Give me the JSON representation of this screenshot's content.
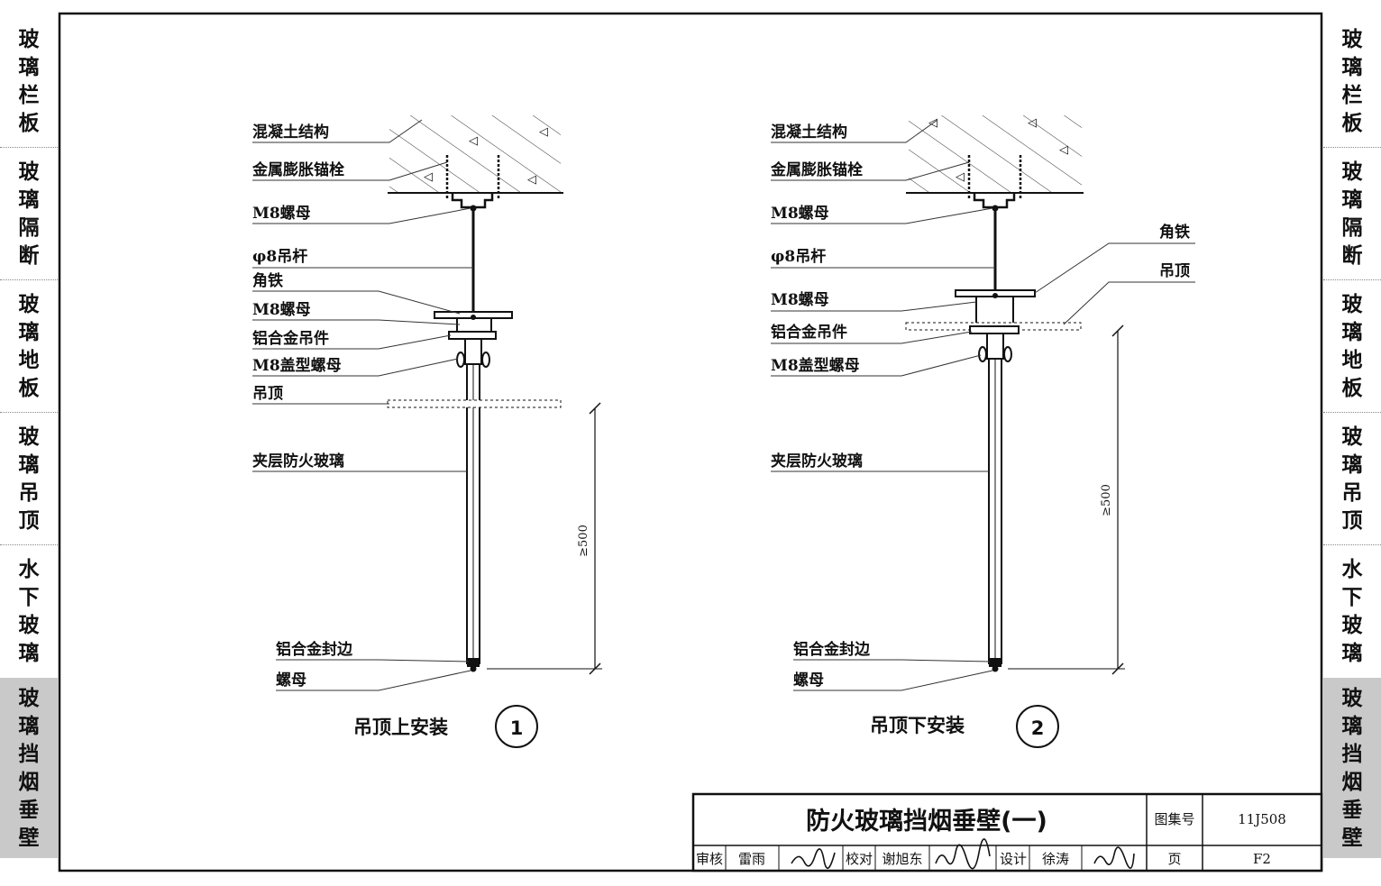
{
  "side_tabs": [
    {
      "label": "玻璃栏板",
      "active": false
    },
    {
      "label": "玻璃隔断",
      "active": false
    },
    {
      "label": "玻璃地板",
      "active": false
    },
    {
      "label": "玻璃吊顶",
      "active": false
    },
    {
      "label": "水下玻璃",
      "active": false
    },
    {
      "label": "玻璃挡烟垂壁",
      "active": true
    }
  ],
  "detail1": {
    "caption": "吊顶上安装",
    "number": "1",
    "labels": {
      "concrete": "混凝土结构",
      "anchor": "金属膨胀锚栓",
      "nut_top": "M8螺母",
      "rod": "φ8吊杆",
      "angle": "角铁",
      "nut_mid": "M8螺母",
      "hanger": "铝合金吊件",
      "cap_nut": "M8盖型螺母",
      "ceiling": "吊顶",
      "glass": "夹层防火玻璃",
      "edge": "铝合金封边",
      "nut_bottom": "螺母"
    },
    "dimension": "≥500"
  },
  "detail2": {
    "caption": "吊顶下安装",
    "number": "2",
    "labels": {
      "concrete": "混凝土结构",
      "anchor": "金属膨胀锚栓",
      "nut_top": "M8螺母",
      "rod": "φ8吊杆",
      "angle": "角铁",
      "ceiling": "吊顶",
      "nut_mid": "M8螺母",
      "hanger": "铝合金吊件",
      "cap_nut": "M8盖型螺母",
      "glass": "夹层防火玻璃",
      "edge": "铝合金封边",
      "nut_bottom": "螺母"
    },
    "dimension": "≥500"
  },
  "title_block": {
    "title": "防火玻璃挡烟垂壁(一)",
    "atlas_label": "图集号",
    "atlas_no": "11J508",
    "review_label": "审核",
    "reviewer": "雷雨",
    "check_label": "校对",
    "checker": "谢旭东",
    "design_label": "设计",
    "designer": "徐涛",
    "page_label": "页",
    "page_no": "F2"
  }
}
